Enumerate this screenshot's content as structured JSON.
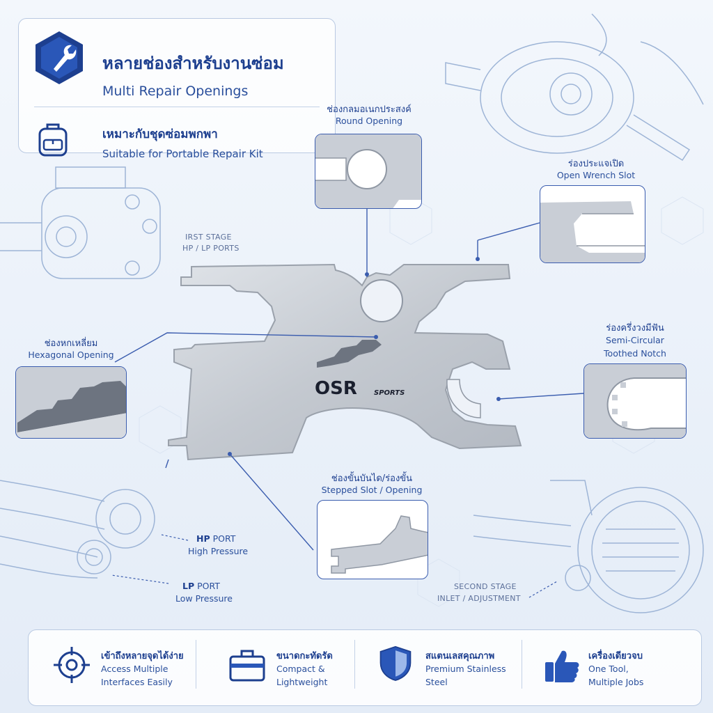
{
  "header": {
    "title_th": "หลายช่องสำหรับงานซ่อม",
    "title_en": "Multi Repair Openings",
    "kit_th": "เหมาะกับชุดซ่อมพกพา",
    "kit_en": "Suitable for Portable Repair Kit",
    "icon": "wrench-icon",
    "kit_icon": "backpack-icon"
  },
  "tool": {
    "brand": "OSR",
    "brand_suffix": "SPORTS"
  },
  "callouts": {
    "round": {
      "th": "ช่องกลมอเนกประสงค์",
      "en": "Round Opening"
    },
    "wrench": {
      "th": "ร่องประแจเปิด",
      "en": "Open Wrench Slot"
    },
    "hex": {
      "th": "ช่องหกเหลี่ยม",
      "en": "Hexagonal Opening"
    },
    "semi": {
      "th": "ร่องครึ่งวงมีฟัน",
      "en1": "Semi-Circular",
      "en2": "Toothed Notch"
    },
    "stepped": {
      "th": "ช่องขั้นบันได/ร่องขั้น",
      "en": "Stepped Slot / Opening"
    }
  },
  "labels": {
    "first_stage_1": "IRST STAGE",
    "first_stage_2": "HP / LP PORTS",
    "hp_bold": "HP",
    "hp_rest": " PORT",
    "hp_sub": "High Pressure",
    "lp_bold": "LP",
    "lp_rest": " PORT",
    "lp_sub": "Low Pressure",
    "second_stage_1": "SECOND STAGE",
    "second_stage_2": "INLET / ADJUSTMENT"
  },
  "features": [
    {
      "th": "เข้าถึงหลายจุดได้ง่าย",
      "en": "Access Multiple\nInterfaces Easily",
      "icon": "crosshair-icon"
    },
    {
      "th": "ขนาดกะทัดรัด",
      "en": "Compact &\nLightweight",
      "icon": "briefcase-icon"
    },
    {
      "th": "สแตนเลสคุณภาพ",
      "en": "Premium Stainless\nSteel",
      "icon": "shield-icon"
    },
    {
      "th": "เครื่องเดียวจบ",
      "en": "One Tool,\nMultiple Jobs",
      "icon": "thumbs-up-icon"
    }
  ],
  "colors": {
    "accent": "#1d3f8f",
    "line": "#3a5cae",
    "steel": "#c9ced6"
  }
}
